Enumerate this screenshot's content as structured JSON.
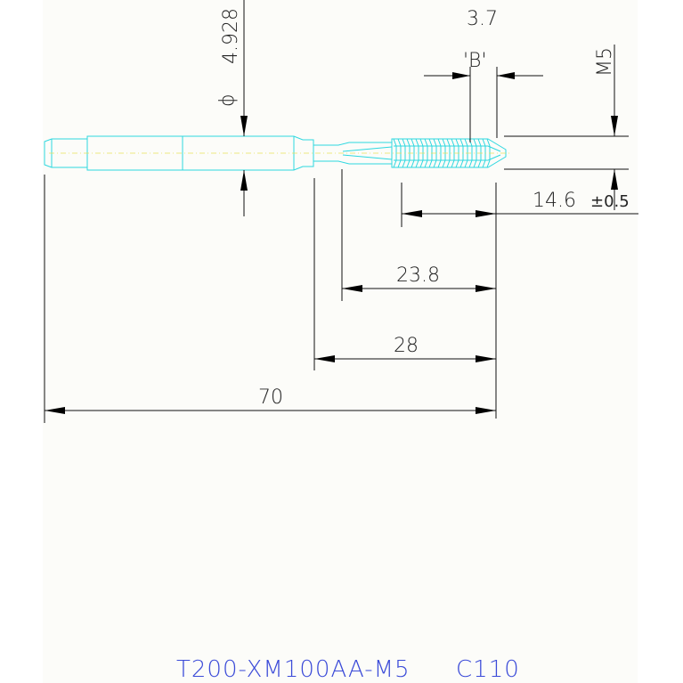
{
  "dimensions": {
    "diameter_symbol": "ϕ",
    "diameter_value": "4.928",
    "b_length": "3.7",
    "b_label": "'B'",
    "thread": "M5",
    "thread_length": "14.6",
    "thread_tolerance": "±0.5",
    "length_1": "23.8",
    "length_2": "28",
    "overall_length": "70"
  },
  "title": {
    "part_number": "T200-XM100AA-M5",
    "code": "C110"
  },
  "colors": {
    "tool": "#2ed8e0",
    "center_line": "#e8e05a",
    "dimension": "#111111",
    "title": "#3a4ad8",
    "background": "#fcfcf9"
  }
}
